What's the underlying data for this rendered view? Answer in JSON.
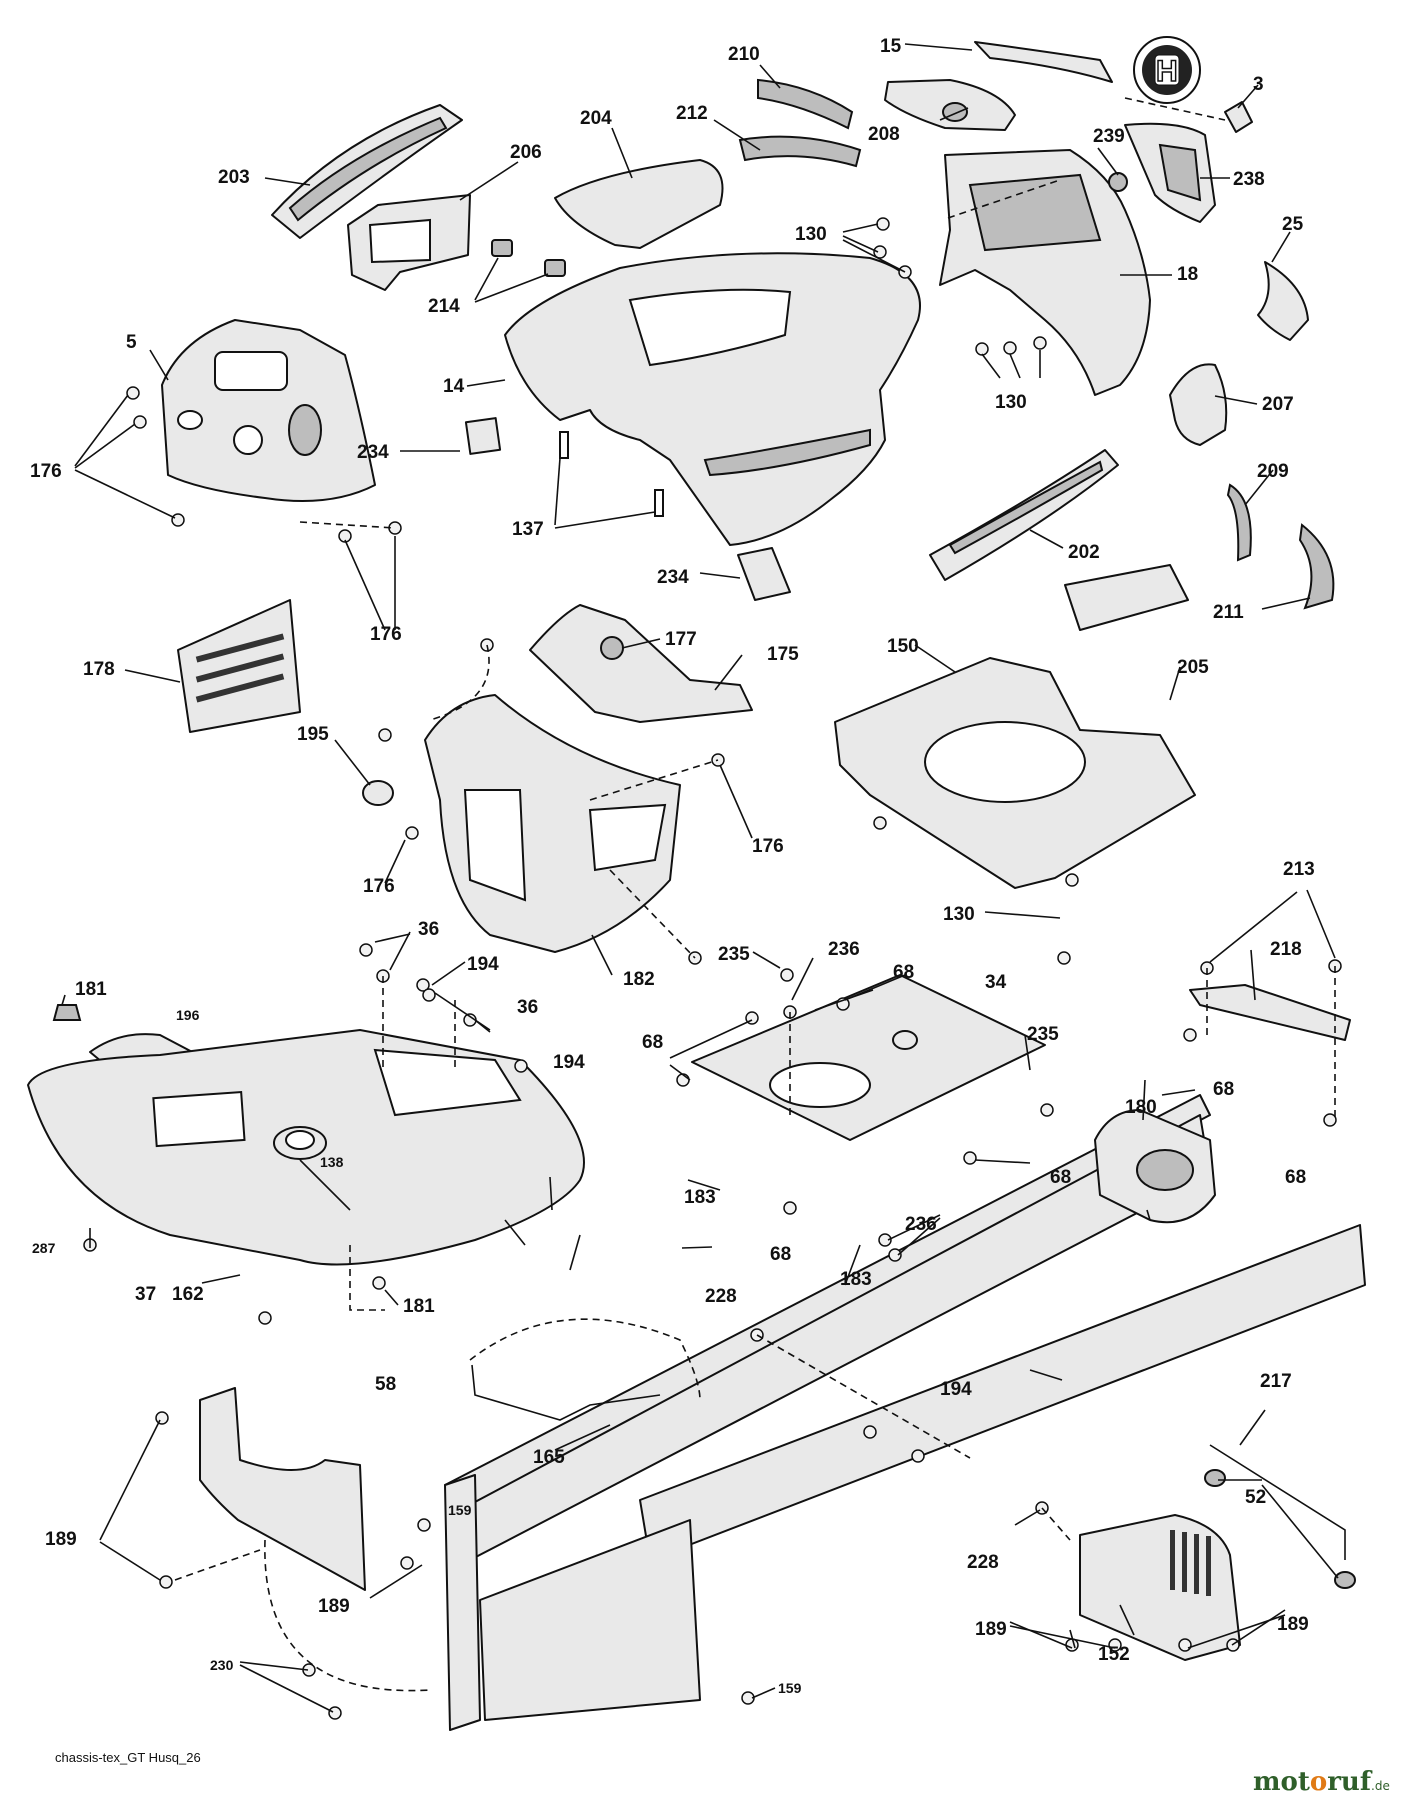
{
  "diagram": {
    "callouts": {
      "c15": "15",
      "c210": "210",
      "c3": "3",
      "c204": "204",
      "c212": "212",
      "c208": "208",
      "c239": "239",
      "c203": "203",
      "c206": "206",
      "c238": "238",
      "c130a": "130",
      "c25": "25",
      "c18": "18",
      "c214": "214",
      "c5": "5",
      "c14": "14",
      "c130b": "130",
      "c207": "207",
      "c234a": "234",
      "c176a": "176",
      "c209": "209",
      "c137": "137",
      "c202": "202",
      "c234b": "234",
      "c211": "211",
      "c176b": "176",
      "c177": "177",
      "c205": "205",
      "c150": "150",
      "c175": "175",
      "c178": "178",
      "c195": "195",
      "c176c": "176",
      "c176d": "176",
      "c130c": "130",
      "c213": "213",
      "c36a": "36",
      "c194a": "194",
      "c182": "182",
      "c235a": "235",
      "c236a": "236",
      "c218": "218",
      "c68a": "68",
      "c34": "34",
      "c181a": "181",
      "c196": "196",
      "c36b": "36",
      "c68b": "68",
      "c235b": "235",
      "c194b": "194",
      "c68c": "68",
      "c180": "180",
      "c138": "138",
      "c68d": "68",
      "c68e": "68",
      "c183a": "183",
      "c236b": "236",
      "c68f": "68",
      "c287": "287",
      "c183b": "183",
      "c37": "37",
      "c162": "162",
      "c181b": "181",
      "c228a": "228",
      "c194c": "194",
      "c58": "58",
      "c217": "217",
      "c165": "165",
      "c159a": "159",
      "c52": "52",
      "c189a": "189",
      "c228b": "228",
      "c189b": "189",
      "c189c": "189",
      "c189d": "189",
      "c152": "152",
      "c230": "230",
      "c159b": "159"
    },
    "source_code": "chassis-tex_GT Husq_26",
    "logo_letter": "H"
  },
  "watermark": {
    "part1": "mot",
    "part2": "o",
    "part3": "ruf",
    "suffix": ".de"
  },
  "colors": {
    "ink": "#111111",
    "part_fill": "#e9e9e9",
    "brand_green": "#2f5f2a",
    "brand_orange": "#e07a16"
  }
}
